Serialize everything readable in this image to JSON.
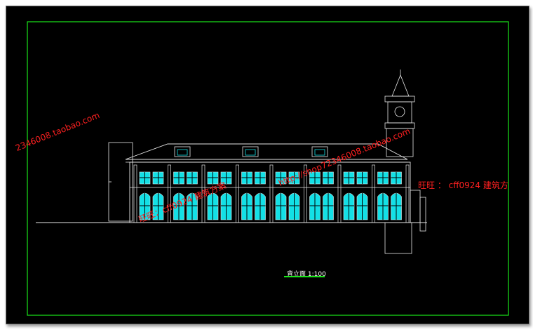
{
  "drawing": {
    "title": "背立面 1:100",
    "colors": {
      "background": "#000000",
      "border": "#19e619",
      "lines": "#e6e6e6",
      "windows": "#13e0e6",
      "watermark": "#ff2020"
    }
  },
  "watermarks": [
    {
      "text": "2346008.taobao.com"
    },
    {
      "text": "旺旺：cff0924  建筑方案"
    },
    {
      "text": "http://shop72346008.taobao.com"
    },
    {
      "text": "旺旺 ： cff0924  建筑方"
    }
  ]
}
